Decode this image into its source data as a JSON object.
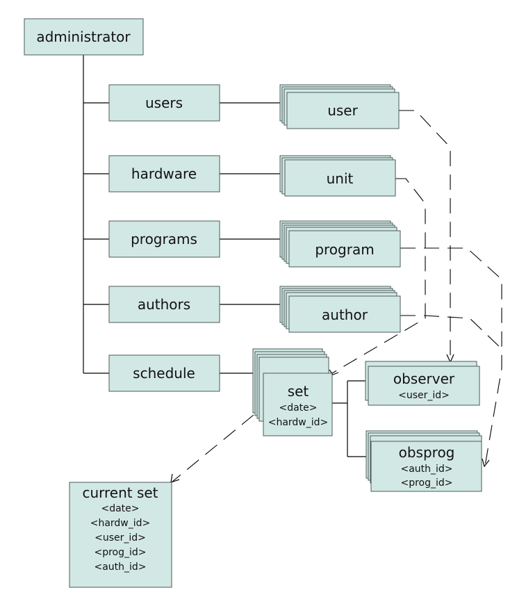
{
  "root": {
    "label": "administrator"
  },
  "collections": [
    {
      "label": "users"
    },
    {
      "label": "hardware"
    },
    {
      "label": "programs"
    },
    {
      "label": "authors"
    },
    {
      "label": "schedule"
    }
  ],
  "records": [
    {
      "label": "user"
    },
    {
      "label": "unit"
    },
    {
      "label": "program"
    },
    {
      "label": "author"
    }
  ],
  "set": {
    "title": "set",
    "fields": [
      "<date>",
      "<hardw_id>"
    ]
  },
  "observer": {
    "title": "observer",
    "fields": [
      "<user_id>"
    ]
  },
  "obsprog": {
    "title": "obsprog",
    "fields": [
      "<auth_id>",
      "<prog_id>"
    ]
  },
  "current_set": {
    "title": "current set",
    "fields": [
      "<date>",
      "<hardw_id>",
      "<user_id>",
      "<prog_id>",
      "<auth_id>"
    ]
  },
  "colors": {
    "box_fill": "#d2e8e4",
    "box_border": "#4a5a5a",
    "line": "#000000"
  }
}
